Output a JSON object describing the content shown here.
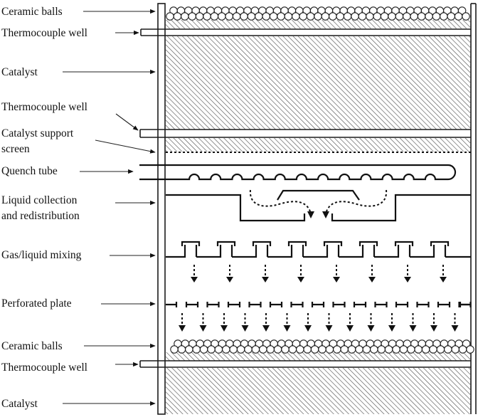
{
  "figure": {
    "title": "Hydroprocessing reactor internals (schematic cross-section)",
    "labels": [
      {
        "id": "ceramic-balls-top",
        "lines": [
          "Ceramic balls"
        ]
      },
      {
        "id": "thermocouple-well-1",
        "lines": [
          "Thermocouple well"
        ]
      },
      {
        "id": "catalyst-top",
        "lines": [
          "Catalyst"
        ]
      },
      {
        "id": "thermocouple-well-2",
        "lines": [
          "Thermocouple well"
        ]
      },
      {
        "id": "catalyst-support-screen",
        "lines": [
          "Catalyst support",
          "screen"
        ]
      },
      {
        "id": "quench-tube",
        "lines": [
          "Quench tube"
        ]
      },
      {
        "id": "liquid-collection",
        "lines": [
          "Liquid collection",
          "and redistribution"
        ]
      },
      {
        "id": "gas-liquid-mixing",
        "lines": [
          "Gas/liquid mixing"
        ]
      },
      {
        "id": "perforated-plate",
        "lines": [
          "Perforated plate"
        ]
      },
      {
        "id": "ceramic-balls-bottom",
        "lines": [
          "Ceramic balls"
        ]
      },
      {
        "id": "thermocouple-well-3",
        "lines": [
          "Thermocouple well"
        ]
      },
      {
        "id": "catalyst-bottom",
        "lines": [
          "Catalyst"
        ]
      }
    ],
    "counts": {
      "quench_tube_bumps": 12,
      "mixing_chimneys": 8,
      "mixing_drip_arrows": 8,
      "perforated_plate_segments": 15,
      "perforated_drip_arrows": 14,
      "redistribution_arrows": 2
    },
    "colors": {
      "line": "#111111",
      "hatch": "#555555",
      "background": "#ffffff"
    }
  }
}
